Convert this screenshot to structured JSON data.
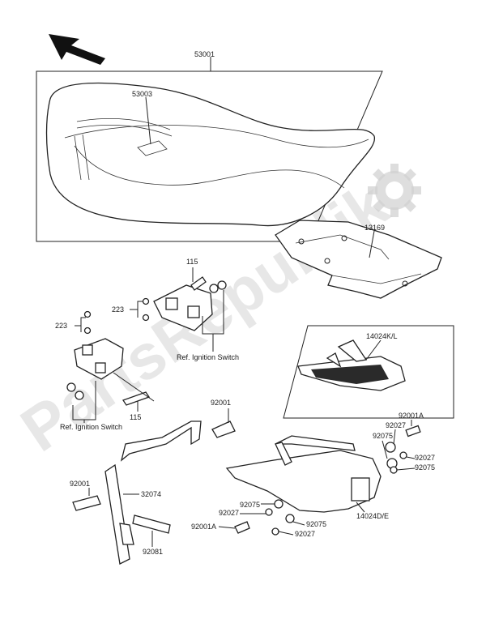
{
  "watermark": {
    "text": "PartsRepublik"
  },
  "callouts": {
    "seat_assy": "53001",
    "seat_cover": "53003",
    "seat_base_plate": "13169",
    "grab_bar_kl": "14024K/L",
    "grab_bar_de": "14024D/E",
    "bolt_115_top": "115",
    "bolt_115_bottom": "115",
    "nut_223_top": "223",
    "nut_223_bottom": "223",
    "ref_ignition_top": "Ref. Ignition Switch",
    "ref_ignition_bottom": "Ref. Ignition Switch",
    "bolt_92001_center": "92001",
    "bolt_92001_left": "92001",
    "bolt_92001a_right": "92001A",
    "bolt_92001a_bottom": "92001A",
    "bracket_32074": "32074",
    "spring_92081": "92081",
    "spacer_92027_a": "92027",
    "spacer_92027_b": "92027",
    "spacer_92027_c": "92027",
    "spacer_92027_d": "92027",
    "collar_92075_a": "92075",
    "collar_92075_b": "92075",
    "collar_92075_c": "92075",
    "collar_92075_d": "92075"
  },
  "icons": {
    "direction_arrow": "front-direction-arrow-icon",
    "settings": "gear-icon"
  }
}
